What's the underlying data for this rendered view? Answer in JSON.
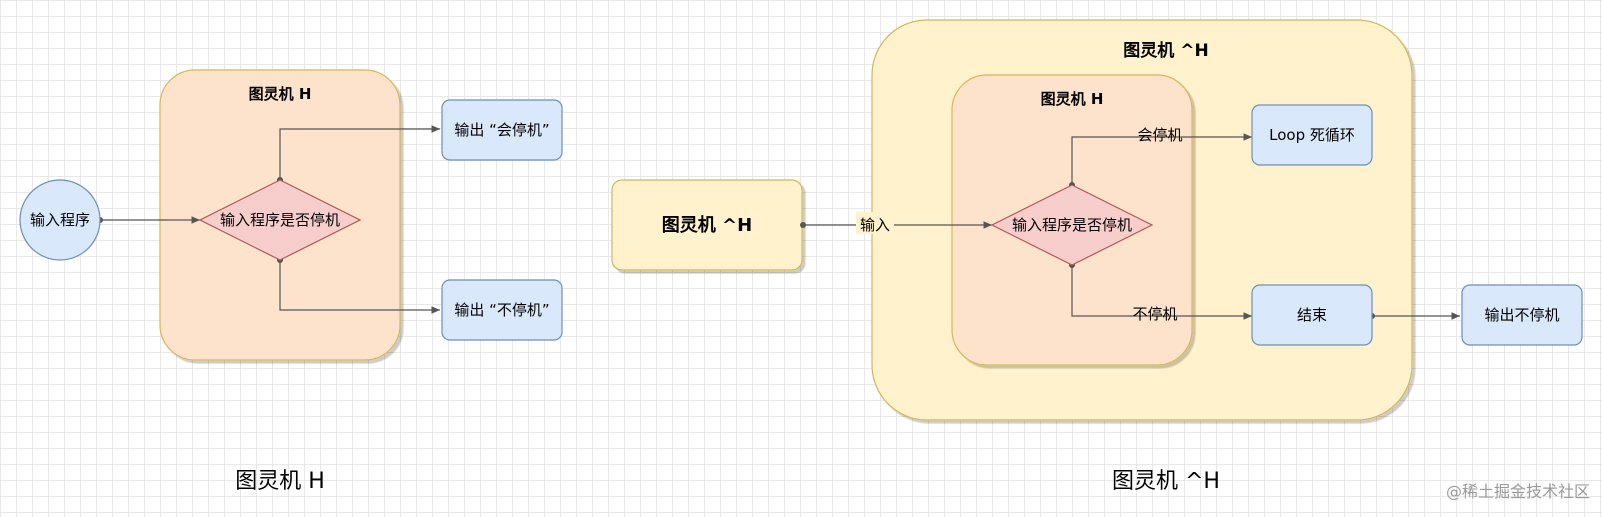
{
  "colors": {
    "container_orange_fill": "#fde3cb",
    "container_orange_stroke": "#d6b656",
    "container_yellow_fill": "#fff2cc",
    "container_yellow_stroke": "#d6b656",
    "diamond_fill": "#f8cecc",
    "diamond_stroke": "#b85450",
    "blue_fill": "#dae8fc",
    "blue_stroke": "#6c8ebf",
    "edge": "#555555"
  },
  "left": {
    "input_circle": "输入程序",
    "container_title": "图灵机 H",
    "decision": "输入程序是否停机",
    "output_halt": "输出 “会停机”",
    "output_nohalt": "输出 “不停机”",
    "caption": "图灵机 H"
  },
  "right": {
    "machine_box": "图灵机 ^H",
    "edge_input": "输入",
    "outer_title": "图灵机 ^H",
    "inner_title": "图灵机 H",
    "decision": "输入程序是否停机",
    "edge_halt": "会停机",
    "edge_nohalt": "不停机",
    "loop_box": "Loop 死循环",
    "end_box": "结束",
    "output_box": "输出不停机",
    "caption": "图灵机 ^H"
  },
  "watermark": "@稀土掘金技术社区"
}
